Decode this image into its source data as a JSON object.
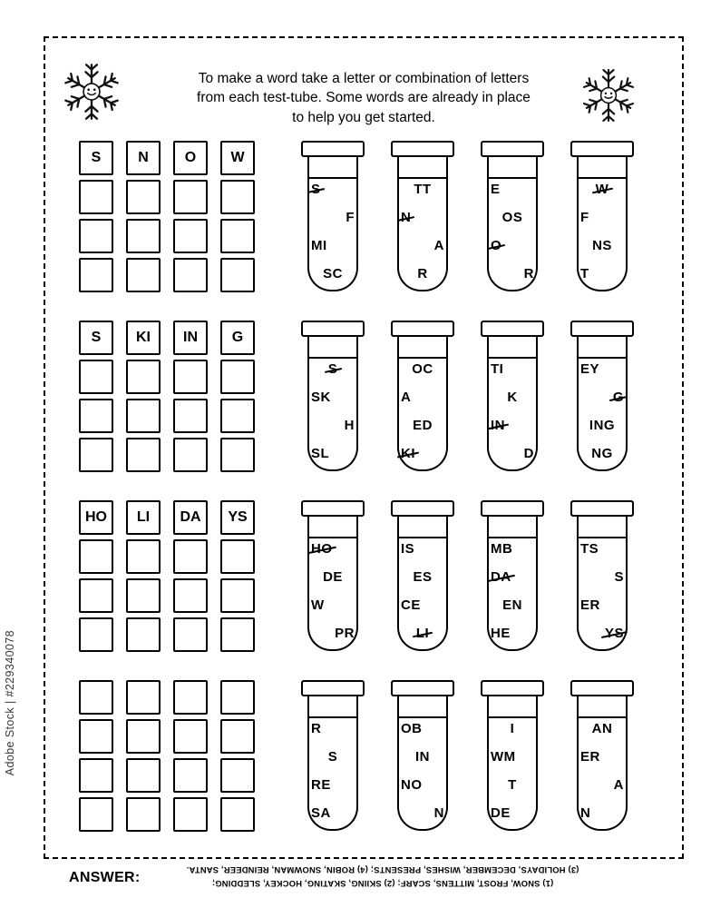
{
  "watermark": {
    "text": "Adobe Stock | #229340078"
  },
  "instructions": {
    "line1": "To make a word take a letter or combination of letters",
    "line2": "from each test-tube. Some words are already in place",
    "line3": "to help you get started."
  },
  "answer": {
    "label": "ANSWER:",
    "line1": "(1) SNOW, FROST, MITTENS, SCARF; (2) SKIING, SKATING, HOCKEY, SLEDDING;",
    "line2": "(3) HOLIDAYS, DECEMBER, WISHES, PRESENTS; (4) ROBIN, SNOWMAN, REINDEER, SANTA."
  },
  "puzzles": [
    {
      "grid_letters": [
        "S",
        "N",
        "O",
        "W"
      ],
      "grid_rows": 4,
      "grid_cols": 4,
      "tubes": [
        {
          "letters": [
            {
              "t": "S",
              "struck": true,
              "align": "left"
            },
            {
              "t": "F",
              "struck": false,
              "align": "right"
            },
            {
              "t": "MI",
              "struck": false,
              "align": "left"
            },
            {
              "t": "SC",
              "struck": false,
              "align": "center"
            }
          ]
        },
        {
          "letters": [
            {
              "t": "TT",
              "struck": false,
              "align": "center"
            },
            {
              "t": "N",
              "struck": true,
              "align": "left"
            },
            {
              "t": "A",
              "struck": false,
              "align": "right"
            },
            {
              "t": "R",
              "struck": false,
              "align": "center"
            }
          ]
        },
        {
          "letters": [
            {
              "t": "E",
              "struck": false,
              "align": "left"
            },
            {
              "t": "OS",
              "struck": false,
              "align": "center"
            },
            {
              "t": "O",
              "struck": true,
              "align": "left"
            },
            {
              "t": "R",
              "struck": false,
              "align": "right"
            }
          ]
        },
        {
          "letters": [
            {
              "t": "W",
              "struck": true,
              "align": "center"
            },
            {
              "t": "F",
              "struck": false,
              "align": "left"
            },
            {
              "t": "NS",
              "struck": false,
              "align": "center"
            },
            {
              "t": "T",
              "struck": false,
              "align": "left"
            }
          ]
        }
      ]
    },
    {
      "grid_letters": [
        "S",
        "KI",
        "IN",
        "G"
      ],
      "grid_rows": 4,
      "grid_cols": 4,
      "tubes": [
        {
          "letters": [
            {
              "t": "S",
              "struck": true,
              "align": "center"
            },
            {
              "t": "SK",
              "struck": false,
              "align": "left"
            },
            {
              "t": "H",
              "struck": false,
              "align": "right"
            },
            {
              "t": "SL",
              "struck": false,
              "align": "left"
            }
          ]
        },
        {
          "letters": [
            {
              "t": "OC",
              "struck": false,
              "align": "center"
            },
            {
              "t": "A",
              "struck": false,
              "align": "left"
            },
            {
              "t": "ED",
              "struck": false,
              "align": "center"
            },
            {
              "t": "KI",
              "struck": true,
              "align": "left"
            }
          ]
        },
        {
          "letters": [
            {
              "t": "TI",
              "struck": false,
              "align": "left"
            },
            {
              "t": "K",
              "struck": false,
              "align": "center"
            },
            {
              "t": "IN",
              "struck": true,
              "align": "left"
            },
            {
              "t": "D",
              "struck": false,
              "align": "right"
            }
          ]
        },
        {
          "letters": [
            {
              "t": "EY",
              "struck": false,
              "align": "left"
            },
            {
              "t": "G",
              "struck": true,
              "align": "right"
            },
            {
              "t": "ING",
              "struck": false,
              "align": "center"
            },
            {
              "t": "NG",
              "struck": false,
              "align": "center"
            }
          ]
        }
      ]
    },
    {
      "grid_letters": [
        "HO",
        "LI",
        "DA",
        "YS"
      ],
      "grid_rows": 4,
      "grid_cols": 4,
      "tubes": [
        {
          "letters": [
            {
              "t": "HO",
              "struck": true,
              "align": "left"
            },
            {
              "t": "DE",
              "struck": false,
              "align": "center"
            },
            {
              "t": "W",
              "struck": false,
              "align": "left"
            },
            {
              "t": "PR",
              "struck": false,
              "align": "right"
            }
          ]
        },
        {
          "letters": [
            {
              "t": "IS",
              "struck": false,
              "align": "left"
            },
            {
              "t": "ES",
              "struck": false,
              "align": "center"
            },
            {
              "t": "CE",
              "struck": false,
              "align": "left"
            },
            {
              "t": "LI",
              "struck": true,
              "align": "center"
            }
          ]
        },
        {
          "letters": [
            {
              "t": "MB",
              "struck": false,
              "align": "left"
            },
            {
              "t": "DA",
              "struck": true,
              "align": "left"
            },
            {
              "t": "EN",
              "struck": false,
              "align": "center"
            },
            {
              "t": "HE",
              "struck": false,
              "align": "left"
            }
          ]
        },
        {
          "letters": [
            {
              "t": "TS",
              "struck": false,
              "align": "left"
            },
            {
              "t": "S",
              "struck": false,
              "align": "right"
            },
            {
              "t": "ER",
              "struck": false,
              "align": "left"
            },
            {
              "t": "YS",
              "struck": true,
              "align": "right"
            }
          ]
        }
      ]
    },
    {
      "grid_letters": [
        "",
        "",
        "",
        ""
      ],
      "grid_rows": 4,
      "grid_cols": 4,
      "tubes": [
        {
          "letters": [
            {
              "t": "R",
              "struck": false,
              "align": "left"
            },
            {
              "t": "S",
              "struck": false,
              "align": "center"
            },
            {
              "t": "RE",
              "struck": false,
              "align": "left"
            },
            {
              "t": "SA",
              "struck": false,
              "align": "left"
            }
          ]
        },
        {
          "letters": [
            {
              "t": "OB",
              "struck": false,
              "align": "left"
            },
            {
              "t": "IN",
              "struck": false,
              "align": "center"
            },
            {
              "t": "NO",
              "struck": false,
              "align": "left"
            },
            {
              "t": "N",
              "struck": false,
              "align": "right"
            }
          ]
        },
        {
          "letters": [
            {
              "t": "I",
              "struck": false,
              "align": "center"
            },
            {
              "t": "WM",
              "struck": false,
              "align": "left"
            },
            {
              "t": "T",
              "struck": false,
              "align": "center"
            },
            {
              "t": "DE",
              "struck": false,
              "align": "left"
            }
          ]
        },
        {
          "letters": [
            {
              "t": "AN",
              "struck": false,
              "align": "center"
            },
            {
              "t": "ER",
              "struck": false,
              "align": "left"
            },
            {
              "t": "A",
              "struck": false,
              "align": "right"
            },
            {
              "t": "N",
              "struck": false,
              "align": "left"
            }
          ]
        }
      ]
    }
  ]
}
